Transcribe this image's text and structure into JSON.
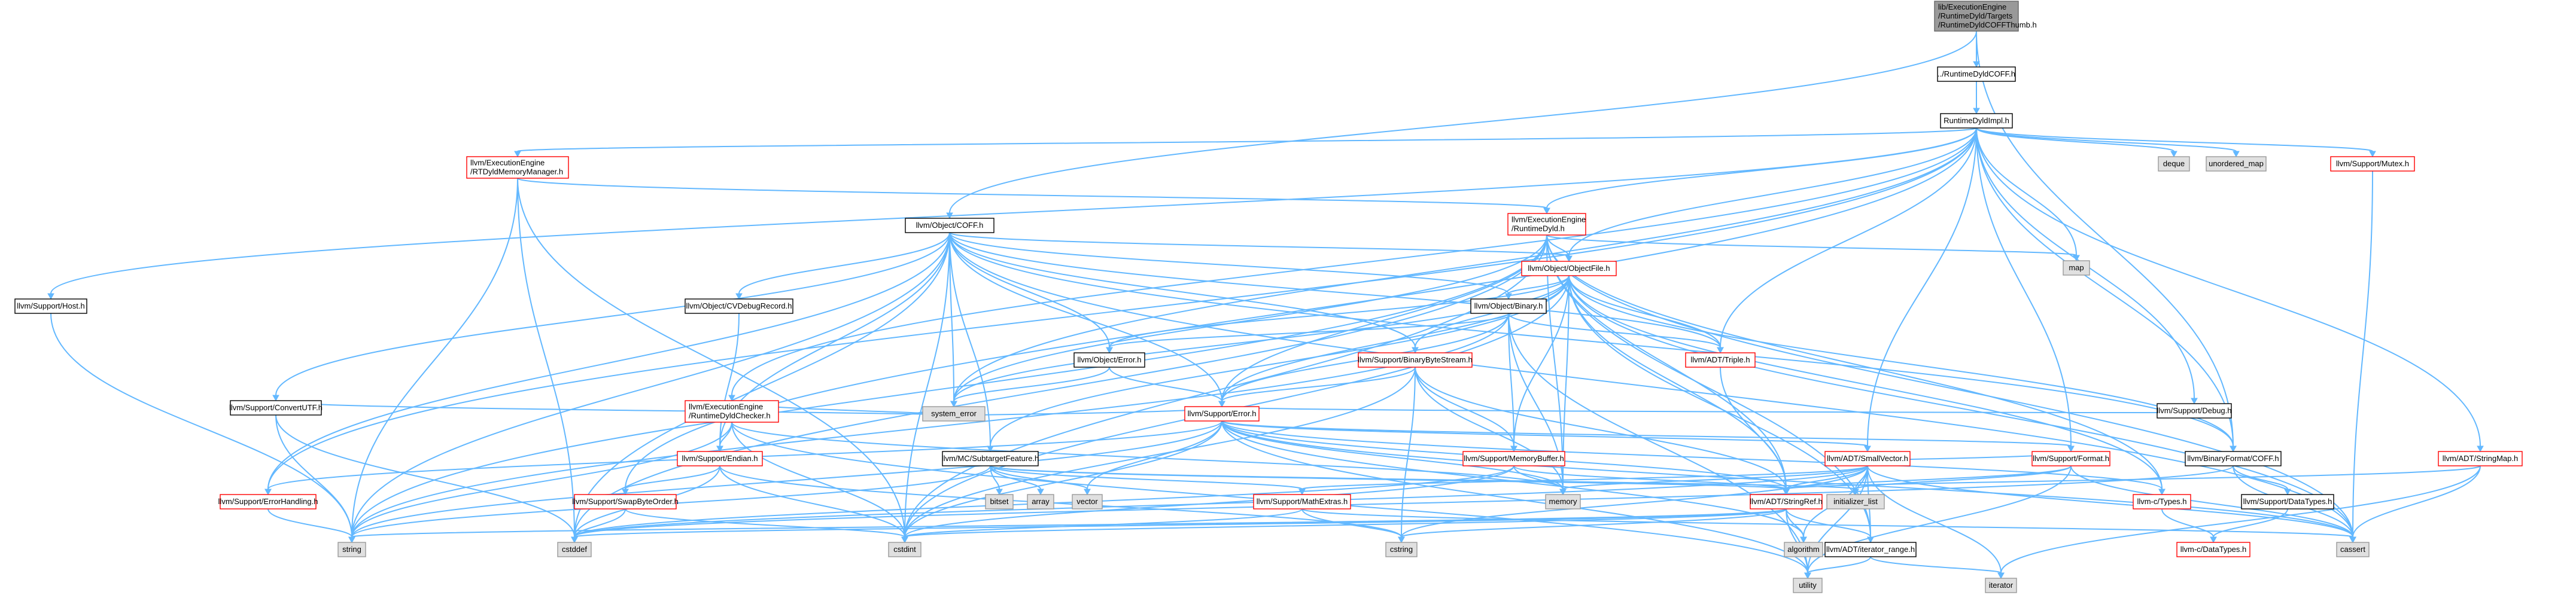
{
  "styles": {
    "edge_color": "#63b8ff",
    "box_fill": "#ffffff",
    "box_stroke": "#000000",
    "ext_fill": "#e0e0e0",
    "ext_stroke": "#999999",
    "root_fill": "#999999",
    "root_stroke": "#666666",
    "red_stroke": "#ff0000"
  },
  "nodes": [
    {
      "id": "root",
      "lines": [
        "lib/ExecutionEngine",
        "/RuntimeDyld/Targets",
        "/RuntimeDyldCOFFThumb.h"
      ],
      "kind": "root"
    },
    {
      "id": "coff_dyld",
      "lines": [
        "../RuntimeDyldCOFF.h"
      ],
      "kind": "plain"
    },
    {
      "id": "dyldimpl",
      "lines": [
        "RuntimeDyldImpl.h"
      ],
      "kind": "plain"
    },
    {
      "id": "obj_coff",
      "lines": [
        "llvm/Object/COFF.h"
      ],
      "kind": "plain"
    },
    {
      "id": "bf_coff",
      "lines": [
        "llvm/BinaryFormat/COFF.h"
      ],
      "kind": "plain"
    },
    {
      "id": "rtdyldmm",
      "lines": [
        "llvm/ExecutionEngine",
        "/RTDyldMemoryManager.h"
      ],
      "kind": "red"
    },
    {
      "id": "rtdyld",
      "lines": [
        "llvm/ExecutionEngine",
        "/RuntimeDyld.h"
      ],
      "kind": "red"
    },
    {
      "id": "deque",
      "lines": [
        "deque"
      ],
      "kind": "ext"
    },
    {
      "id": "umap",
      "lines": [
        "unordered_map"
      ],
      "kind": "ext"
    },
    {
      "id": "mutex",
      "lines": [
        "llvm/Support/Mutex.h"
      ],
      "kind": "red"
    },
    {
      "id": "map",
      "lines": [
        "map"
      ],
      "kind": "ext"
    },
    {
      "id": "objfile",
      "lines": [
        "llvm/Object/ObjectFile.h"
      ],
      "kind": "red"
    },
    {
      "id": "host",
      "lines": [
        "llvm/Support/Host.h"
      ],
      "kind": "plain"
    },
    {
      "id": "cvdebug",
      "lines": [
        "llvm/Object/CVDebugRecord.h"
      ],
      "kind": "plain"
    },
    {
      "id": "binary",
      "lines": [
        "llvm/Object/Binary.h"
      ],
      "kind": "plain"
    },
    {
      "id": "convutf",
      "lines": [
        "llvm/Support/ConvertUTF.h"
      ],
      "kind": "plain"
    },
    {
      "id": "objerror",
      "lines": [
        "llvm/Object/Error.h"
      ],
      "kind": "plain"
    },
    {
      "id": "bbstream",
      "lines": [
        "llvm/Support/BinaryByteStream.h"
      ],
      "kind": "red"
    },
    {
      "id": "triple",
      "lines": [
        "llvm/ADT/Triple.h"
      ],
      "kind": "red"
    },
    {
      "id": "dyldchecker",
      "lines": [
        "llvm/ExecutionEngine",
        "/RuntimeDyldChecker.h"
      ],
      "kind": "red"
    },
    {
      "id": "syserror",
      "lines": [
        "system_error"
      ],
      "kind": "ext"
    },
    {
      "id": "serror",
      "lines": [
        "llvm/Support/Error.h"
      ],
      "kind": "red"
    },
    {
      "id": "stringmap",
      "lines": [
        "llvm/ADT/StringMap.h"
      ],
      "kind": "red"
    },
    {
      "id": "endian",
      "lines": [
        "llvm/Support/Endian.h"
      ],
      "kind": "red"
    },
    {
      "id": "subtarget",
      "lines": [
        "llvm/MC/SubtargetFeature.h"
      ],
      "kind": "plain"
    },
    {
      "id": "membuf",
      "lines": [
        "llvm/Support/MemoryBuffer.h"
      ],
      "kind": "red"
    },
    {
      "id": "smallvec",
      "lines": [
        "llvm/ADT/SmallVector.h"
      ],
      "kind": "red"
    },
    {
      "id": "format",
      "lines": [
        "llvm/Support/Format.h"
      ],
      "kind": "red"
    },
    {
      "id": "debug",
      "lines": [
        "llvm/Support/Debug.h"
      ],
      "kind": "plain"
    },
    {
      "id": "errhandling",
      "lines": [
        "llvm/Support/ErrorHandling.h"
      ],
      "kind": "red"
    },
    {
      "id": "swapbyte",
      "lines": [
        "llvm/Support/SwapByteOrder.h"
      ],
      "kind": "red"
    },
    {
      "id": "bitset",
      "lines": [
        "bitset"
      ],
      "kind": "ext"
    },
    {
      "id": "array",
      "lines": [
        "array"
      ],
      "kind": "ext"
    },
    {
      "id": "vector",
      "lines": [
        "vector"
      ],
      "kind": "ext"
    },
    {
      "id": "memory",
      "lines": [
        "memory"
      ],
      "kind": "ext"
    },
    {
      "id": "mathextras",
      "lines": [
        "llvm/Support/MathExtras.h"
      ],
      "kind": "red"
    },
    {
      "id": "stringref",
      "lines": [
        "llvm/ADT/StringRef.h"
      ],
      "kind": "red"
    },
    {
      "id": "initlist",
      "lines": [
        "initializer_list"
      ],
      "kind": "ext"
    },
    {
      "id": "ctypes",
      "lines": [
        "llvm-c/Types.h"
      ],
      "kind": "red"
    },
    {
      "id": "datatypes",
      "lines": [
        "llvm/Support/DataTypes.h"
      ],
      "kind": "plain"
    },
    {
      "id": "string",
      "lines": [
        "string"
      ],
      "kind": "ext"
    },
    {
      "id": "cstddef",
      "lines": [
        "cstddef"
      ],
      "kind": "ext"
    },
    {
      "id": "cstdint",
      "lines": [
        "cstdint"
      ],
      "kind": "ext"
    },
    {
      "id": "cstring",
      "lines": [
        "cstring"
      ],
      "kind": "ext"
    },
    {
      "id": "algorithm",
      "lines": [
        "algorithm"
      ],
      "kind": "ext"
    },
    {
      "id": "iterrange",
      "lines": [
        "llvm/ADT/iterator_range.h"
      ],
      "kind": "plain"
    },
    {
      "id": "cdatatypes",
      "lines": [
        "llvm-c/DataTypes.h"
      ],
      "kind": "red"
    },
    {
      "id": "cassert",
      "lines": [
        "cassert"
      ],
      "kind": "ext"
    },
    {
      "id": "utility",
      "lines": [
        "utility"
      ],
      "kind": "ext"
    },
    {
      "id": "iterator",
      "lines": [
        "iterator"
      ],
      "kind": "ext"
    }
  ],
  "edges": [
    [
      "root",
      "coff_dyld"
    ],
    [
      "root",
      "obj_coff"
    ],
    [
      "root",
      "bf_coff"
    ],
    [
      "coff_dyld",
      "dyldimpl"
    ],
    [
      "dyldimpl",
      "rtdyldmm"
    ],
    [
      "dyldimpl",
      "rtdyld"
    ],
    [
      "dyldimpl",
      "deque"
    ],
    [
      "dyldimpl",
      "umap"
    ],
    [
      "dyldimpl",
      "mutex"
    ],
    [
      "dyldimpl",
      "map"
    ],
    [
      "dyldimpl",
      "objfile"
    ],
    [
      "dyldimpl",
      "host"
    ],
    [
      "dyldimpl",
      "dyldchecker"
    ],
    [
      "dyldimpl",
      "triple"
    ],
    [
      "dyldimpl",
      "stringmap"
    ],
    [
      "dyldimpl",
      "smallvec"
    ],
    [
      "dyldimpl",
      "format"
    ],
    [
      "dyldimpl",
      "debug"
    ],
    [
      "dyldimpl",
      "errhandling"
    ],
    [
      "dyldimpl",
      "swapbyte"
    ],
    [
      "dyldimpl",
      "syserror"
    ],
    [
      "dyldimpl",
      "bf_coff"
    ],
    [
      "rtdyldmm",
      "rtdyld"
    ],
    [
      "rtdyldmm",
      "cstddef"
    ],
    [
      "rtdyldmm",
      "cstdint"
    ],
    [
      "rtdyldmm",
      "string"
    ],
    [
      "rtdyld",
      "objfile"
    ],
    [
      "rtdyld",
      "serror"
    ],
    [
      "rtdyld",
      "map"
    ],
    [
      "rtdyld",
      "memory"
    ],
    [
      "rtdyld",
      "string"
    ],
    [
      "rtdyld",
      "syserror"
    ],
    [
      "rtdyld",
      "cstddef"
    ],
    [
      "rtdyld",
      "cstdint"
    ],
    [
      "rtdyld",
      "stringref"
    ],
    [
      "rtdyld",
      "cassert"
    ],
    [
      "rtdyld",
      "ctypes"
    ],
    [
      "rtdyld",
      "iterrange"
    ],
    [
      "obj_coff",
      "objfile"
    ],
    [
      "obj_coff",
      "cvdebug"
    ],
    [
      "obj_coff",
      "binary"
    ],
    [
      "obj_coff",
      "convutf"
    ],
    [
      "obj_coff",
      "objerror"
    ],
    [
      "obj_coff",
      "bbstream"
    ],
    [
      "obj_coff",
      "endian"
    ],
    [
      "obj_coff",
      "subtarget"
    ],
    [
      "obj_coff",
      "serror"
    ],
    [
      "obj_coff",
      "errhandling"
    ],
    [
      "obj_coff",
      "syserror"
    ],
    [
      "obj_coff",
      "cassert"
    ],
    [
      "obj_coff",
      "cstddef"
    ],
    [
      "obj_coff",
      "cstdint"
    ],
    [
      "obj_coff",
      "string"
    ],
    [
      "obj_coff",
      "bf_coff"
    ],
    [
      "obj_coff",
      "triple"
    ],
    [
      "objfile",
      "binary"
    ],
    [
      "objfile",
      "objerror"
    ],
    [
      "objfile",
      "triple"
    ],
    [
      "objfile",
      "membuf"
    ],
    [
      "objfile",
      "serror"
    ],
    [
      "objfile",
      "stringref"
    ],
    [
      "objfile",
      "cassert"
    ],
    [
      "objfile",
      "cstdint"
    ],
    [
      "objfile",
      "memory"
    ],
    [
      "objfile",
      "syserror"
    ],
    [
      "objfile",
      "iterrange"
    ],
    [
      "objfile",
      "bf_coff"
    ],
    [
      "objfile",
      "ctypes"
    ],
    [
      "objfile",
      "bbstream"
    ],
    [
      "objfile",
      "subtarget"
    ],
    [
      "binary",
      "objerror"
    ],
    [
      "binary",
      "triple"
    ],
    [
      "binary",
      "membuf"
    ],
    [
      "binary",
      "serror"
    ],
    [
      "binary",
      "memory"
    ],
    [
      "binary",
      "utility"
    ],
    [
      "binary",
      "string"
    ],
    [
      "objerror",
      "serror"
    ],
    [
      "objerror",
      "syserror"
    ],
    [
      "bbstream",
      "serror"
    ],
    [
      "bbstream",
      "membuf"
    ],
    [
      "bbstream",
      "stringref"
    ],
    [
      "bbstream",
      "cstdint"
    ],
    [
      "bbstream",
      "cstring"
    ],
    [
      "bbstream",
      "memory"
    ],
    [
      "cvdebug",
      "endian"
    ],
    [
      "convutf",
      "string"
    ],
    [
      "convutf",
      "cstddef"
    ],
    [
      "convutf",
      "syserror"
    ],
    [
      "dyldchecker",
      "endian"
    ],
    [
      "dyldchecker",
      "syserror"
    ],
    [
      "dyldchecker",
      "cstdint"
    ],
    [
      "dyldchecker",
      "memory"
    ],
    [
      "dyldchecker",
      "string"
    ],
    [
      "dyldchecker",
      "utility"
    ],
    [
      "serror",
      "smallvec"
    ],
    [
      "serror",
      "format"
    ],
    [
      "serror",
      "debug"
    ],
    [
      "serror",
      "errhandling"
    ],
    [
      "serror",
      "cassert"
    ],
    [
      "serror",
      "cstdint"
    ],
    [
      "serror",
      "cstdlib_none"
    ],
    [
      "serror",
      "memory"
    ],
    [
      "serror",
      "string"
    ],
    [
      "serror",
      "syserror"
    ],
    [
      "serror",
      "utility"
    ],
    [
      "serror",
      "vector"
    ],
    [
      "serror",
      "stringref"
    ],
    [
      "serror",
      "algorithm"
    ],
    [
      "serror",
      "ctypes"
    ],
    [
      "endian",
      "swapbyte"
    ],
    [
      "endian",
      "cstddef"
    ],
    [
      "endian",
      "cstdint"
    ],
    [
      "endian",
      "cstring"
    ],
    [
      "subtarget",
      "bitset"
    ],
    [
      "subtarget",
      "array"
    ],
    [
      "subtarget",
      "vector"
    ],
    [
      "subtarget",
      "string"
    ],
    [
      "subtarget",
      "stringref"
    ],
    [
      "subtarget",
      "mathextras"
    ],
    [
      "subtarget",
      "initlist"
    ],
    [
      "membuf",
      "memory"
    ],
    [
      "membuf",
      "cstddef"
    ],
    [
      "membuf",
      "cstdint"
    ],
    [
      "membuf",
      "stringref"
    ],
    [
      "smallvec",
      "mathextras"
    ],
    [
      "smallvec",
      "algorithm"
    ],
    [
      "smallvec",
      "cassert"
    ],
    [
      "smallvec",
      "cstddef"
    ],
    [
      "smallvec",
      "cstring"
    ],
    [
      "smallvec",
      "initlist"
    ],
    [
      "smallvec",
      "iterator"
    ],
    [
      "smallvec",
      "memory"
    ],
    [
      "smallvec",
      "utility"
    ],
    [
      "smallvec",
      "iterrange"
    ],
    [
      "smallvec",
      "stringref"
    ],
    [
      "format",
      "stringref"
    ],
    [
      "format",
      "smallvec"
    ],
    [
      "format",
      "cassert"
    ],
    [
      "format",
      "utility"
    ],
    [
      "format",
      "initlist"
    ],
    [
      "errhandling",
      "string"
    ],
    [
      "swapbyte",
      "cstddef"
    ],
    [
      "swapbyte",
      "cstdint"
    ],
    [
      "mathextras",
      "cassert"
    ],
    [
      "mathextras",
      "cstring"
    ],
    [
      "mathextras",
      "cstdint"
    ],
    [
      "stringref",
      "algorithm"
    ],
    [
      "stringref",
      "cstddef"
    ],
    [
      "stringref",
      "cstring"
    ],
    [
      "stringref",
      "string"
    ],
    [
      "stringref",
      "utility"
    ],
    [
      "stringref",
      "iterrange"
    ],
    [
      "stringref",
      "cstdint"
    ],
    [
      "ctypes",
      "cdatatypes"
    ],
    [
      "datatypes",
      "cdatatypes"
    ],
    [
      "bf_coff",
      "datatypes"
    ],
    [
      "bf_coff",
      "cassert"
    ],
    [
      "bf_coff",
      "cstddef"
    ],
    [
      "iterrange",
      "utility"
    ],
    [
      "iterrange",
      "iterator"
    ],
    [
      "stringmap",
      "cassert"
    ],
    [
      "stringmap",
      "iterator"
    ],
    [
      "stringmap",
      "stringref"
    ],
    [
      "mutex",
      "cassert"
    ],
    [
      "host",
      "string"
    ],
    [
      "triple",
      "stringref"
    ]
  ]
}
